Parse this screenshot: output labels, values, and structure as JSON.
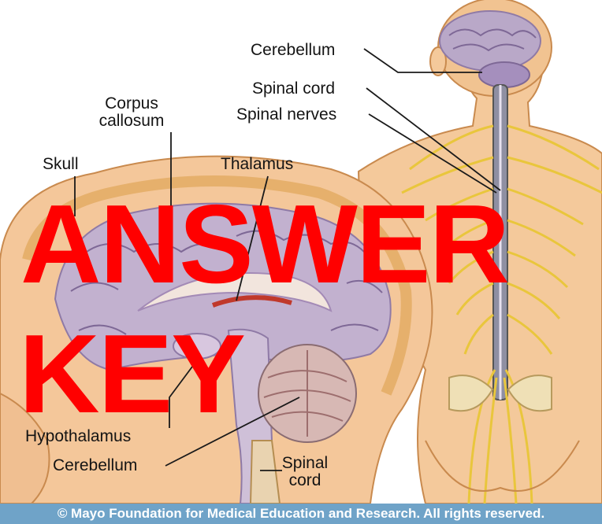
{
  "labels": {
    "cerebellum_top": "Cerebellum",
    "spinal_cord_top": "Spinal cord",
    "spinal_nerves": "Spinal nerves",
    "corpus_callosum_line1": "Corpus",
    "corpus_callosum_line2": "callosum",
    "skull": "Skull",
    "thalamus": "Thalamus",
    "hypothalamus": "Hypothalamus",
    "cerebellum_bottom": "Cerebellum",
    "spinal_cord_bottom_line1": "Spinal",
    "spinal_cord_bottom_line2": "cord"
  },
  "overlay": {
    "line1": "ANSWER",
    "line2": "KEY",
    "color": "#ff0000"
  },
  "footer": {
    "copyright": "© Mayo Foundation for Medical Education and Research. All rights reserved.",
    "color": "#6fa3c8"
  },
  "colors": {
    "brain": "#b9a8c8",
    "skin": "#f2c99a",
    "nerves": "#f0d34a"
  }
}
